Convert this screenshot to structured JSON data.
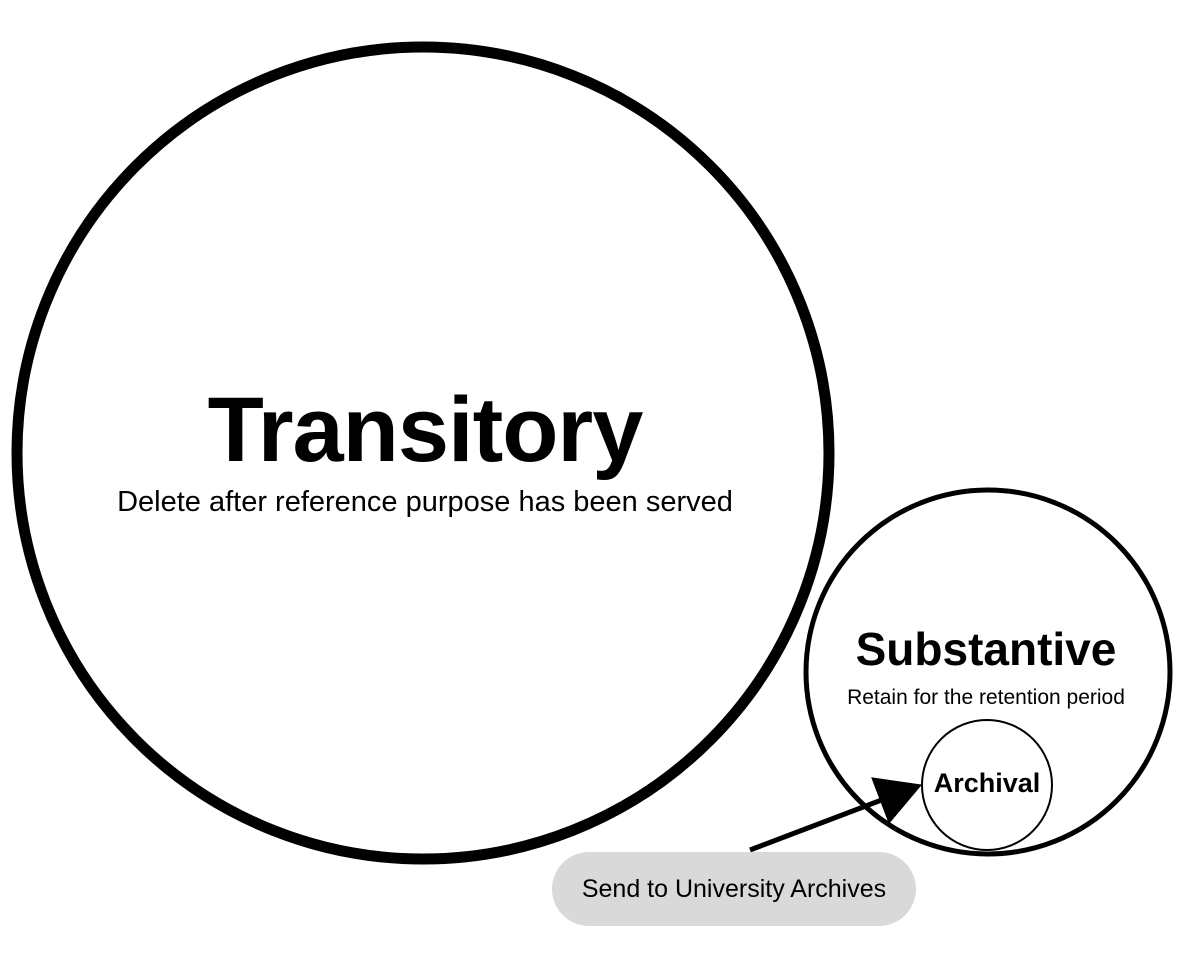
{
  "transitory": {
    "title": "Transitory",
    "description": "Delete after reference purpose has been served"
  },
  "substantive": {
    "title": "Substantive",
    "description": "Retain for the retention period"
  },
  "archival": {
    "title": "Archival"
  },
  "action": {
    "label": "Send to University Archives"
  },
  "colors": {
    "stroke": "#000000",
    "background": "#ffffff",
    "button_fill": "#d9d9d9"
  }
}
